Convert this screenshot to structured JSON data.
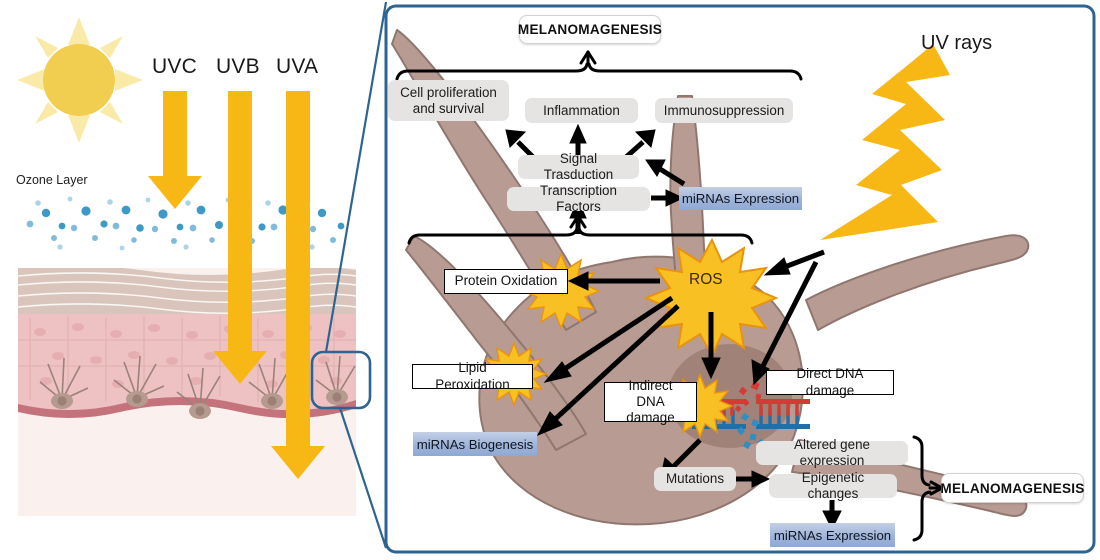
{
  "left_panel": {
    "sun_icon": "sun-icon",
    "ozone_label": "Ozone Layer",
    "rays": [
      {
        "id": "uvc",
        "label": "UVC",
        "blocked": true
      },
      {
        "id": "uvb",
        "label": "UVB",
        "blocked": false
      },
      {
        "id": "uva",
        "label": "UVA",
        "blocked": false
      }
    ],
    "skin_layers": [
      "stratum-corneum",
      "epidermis",
      "dermis"
    ],
    "zoom_box": "melanocyte-zoom-region"
  },
  "right_panel": {
    "uv_rays_label": "UV rays",
    "lightning_icon": "lightning-bolt-icon",
    "titles": {
      "top": "MELANOMAGENESIS",
      "bottom": "MELANOMAGENESIS"
    },
    "outcome_boxes": [
      {
        "id": "cell-proliferation",
        "line1": "Cell proliferation",
        "line2": "and survival"
      },
      {
        "id": "inflammation",
        "line1": "Inflammation",
        "line2": ""
      },
      {
        "id": "immunosuppression",
        "line1": "Immunosuppression",
        "line2": ""
      }
    ],
    "signal_boxes": [
      {
        "id": "signal-trasduction",
        "label": "Signal Trasduction"
      },
      {
        "id": "transcription-factors",
        "label": "Transcription Factors"
      }
    ],
    "mirna_expression_top": "miRNAs Expression",
    "ros_label": "ROS",
    "damage_boxes": [
      {
        "id": "protein-oxidation",
        "line1": "Protein Oxidation",
        "line2": ""
      },
      {
        "id": "lipid-peroxidation",
        "line1": "Lipid Peroxidation",
        "line2": ""
      },
      {
        "id": "indirect-dna-damage",
        "line1": "Indirect",
        "line2": "DNA damage"
      },
      {
        "id": "direct-dna-damage",
        "line1": "Direct DNA damage",
        "line2": ""
      }
    ],
    "mirna_biogenesis": "miRNAs Biogenesis",
    "downstream_boxes": [
      {
        "id": "mutations",
        "label": "Mutations"
      },
      {
        "id": "altered-gene-expression",
        "label": "Altered gene  expression"
      },
      {
        "id": "epigenetic-changes",
        "label": "Epigenetic changes"
      }
    ],
    "mirna_expression_bottom": "miRNAs Expression",
    "cell_icon": "melanocyte-cell-icon",
    "nucleus_icon": "nucleus-icon",
    "dna_icon": "dna-strand-icon",
    "burst_icon": "starburst-icon"
  },
  "colors": {
    "sun": "#f2ce50",
    "sun_rays": "#faeaa8",
    "uv_arrow": "#f7b715",
    "ozone_dot": "#3494c4",
    "panel_border": "#2e6491",
    "melanocyte": "#b89c94",
    "melanocyte_outline": "#8f776f",
    "nucleus": "#9f7f76",
    "ros_star": "#f9c023",
    "ros_star_outline": "#e9930d",
    "blue_box": "#9fb4da",
    "grey_box": "#e6e4e3",
    "epidermis": "#eec2c2",
    "corneum": "#d9c5bb",
    "dna_red": "#d33b34",
    "dna_blue": "#1f6fa8"
  }
}
